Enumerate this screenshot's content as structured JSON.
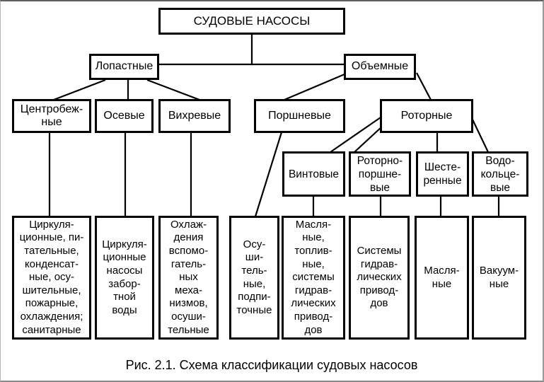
{
  "figure": {
    "caption": "Рис. 2.1. Схема классификации судовых насосов"
  },
  "colors": {
    "box_border": "#000000",
    "box_background": "#ffffff",
    "connector_line": "#000000",
    "frame_border": "#8a8a8a",
    "text": "#000000"
  },
  "nodes": {
    "root": {
      "label": "СУДОВЫЕ НАСОСЫ"
    },
    "lopastnye": {
      "label": "Лопастные"
    },
    "obemnye": {
      "label": "Объемные"
    },
    "centrobezhnye": {
      "label": "Центробеж-\nные"
    },
    "osevye": {
      "label": "Осевые"
    },
    "vihrevye": {
      "label": "Вихревые"
    },
    "porshnevye": {
      "label": "Поршневые"
    },
    "rotornye": {
      "label": "Роторные"
    },
    "vintovye": {
      "label": "Винтовые"
    },
    "rotorno_porshnevye": {
      "label": "Роторно-\nпоршне-\nвые"
    },
    "shesterennye": {
      "label": "Шесте-\nренные"
    },
    "vodokolcevye": {
      "label": "Водо-\nкольце-\nвые"
    }
  },
  "leaves": {
    "centrobezhnye_uses": {
      "label": "Циркуля-\nционные, пи-\nтательные,\nконденсат-\nные, осу-\nшительные,\nпожарные,\nохлаждения;\nсанитарные"
    },
    "osevye_uses": {
      "label": "Циркуля-\nционные\nнасосы\nзабор-\nтной\nводы"
    },
    "vihrevye_uses": {
      "label": "Охлаж-\nдения\nвспомо-\nгатель-\nных\nмеха-\nнизмов,\nосуши-\nтельные"
    },
    "porshnevye_uses": {
      "label": "Осу-\nши-\nтель-\nные,\nподпи-\nточные"
    },
    "vintovye_uses": {
      "label": "Масля-\nные,\nтоплив-\nные,\nсистемы\nгидрав-\nлических\nпривод-\nдов"
    },
    "rotorno_porshnevye_uses": {
      "label": "Системы\nгидрав-\nлических\nпривод-\nдов"
    },
    "shesterennye_uses": {
      "label": "Масля-\nные"
    },
    "vodokolcevye_uses": {
      "label": "Вакуум-\nные"
    }
  }
}
